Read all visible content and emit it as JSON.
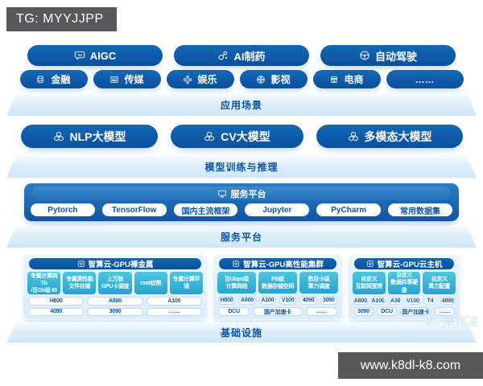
{
  "page": {
    "tg": "TG: MYYJJPP",
    "site": "www.k8dl-k8.com",
    "watermark": "朱邦凌"
  },
  "colors": {
    "primary_blue": "#0d57a6",
    "deep_blue": "#0a4f9f",
    "cyan": "#2fb3d8",
    "band_text": "#0a54a3",
    "light_blue_card": "#dcedfb",
    "gray_box": "#58585a"
  },
  "app": {
    "band": "应用场景",
    "row1": [
      {
        "label": "AIGC",
        "icon": "ai-chat-icon"
      },
      {
        "label": "AI制药",
        "icon": "molecule-icon"
      },
      {
        "label": "自动驾驶",
        "icon": "steering-wheel-icon"
      }
    ],
    "row2": [
      {
        "label": "金融",
        "icon": "coins-icon"
      },
      {
        "label": "传媒",
        "icon": "media-screen-icon"
      },
      {
        "label": "娱乐",
        "icon": "gamepad-icon"
      },
      {
        "label": "影视",
        "icon": "film-reel-icon"
      },
      {
        "label": "电商",
        "icon": "storefront-icon"
      },
      {
        "label": "……",
        "icon": ""
      }
    ]
  },
  "model": {
    "band": "模型训练与推理",
    "pills": [
      {
        "label": "NLP大模型",
        "icon": "cubes-icon"
      },
      {
        "label": "CV大模型",
        "icon": "cubes-icon"
      },
      {
        "label": "多模态大模型",
        "icon": "cubes-icon"
      }
    ]
  },
  "service": {
    "band": "服务平台",
    "panel_title": "服务平台",
    "pills": [
      {
        "label": "Pytorch"
      },
      {
        "label": "TensorFlow"
      },
      {
        "label": "国内主流框架"
      },
      {
        "label": "Jupyter"
      },
      {
        "label": "PyCharm"
      },
      {
        "label": "常用数据集"
      }
    ]
  },
  "infra": {
    "band": "基础设施",
    "cards": [
      {
        "title": "智算云-GPU裸金属",
        "features": [
          {
            "line1": "专属计算网Tb",
            "line2": "/百Gb级 IB"
          },
          {
            "line1": "专属高性能",
            "line2": "文件存储"
          },
          {
            "line1": "上万张",
            "line2": "GPU卡调度"
          },
          {
            "line1": "root权限",
            "line2": ""
          },
          {
            "line1": "专属计算环境",
            "line2": ""
          }
        ],
        "row1": [
          "H800",
          "A800",
          "A100"
        ],
        "row2": [
          "4090",
          "3090",
          "……"
        ]
      },
      {
        "title": "智算云-GPU高性能集群",
        "features": [
          {
            "line1": "百Gbps级",
            "line2": "计算网络"
          },
          {
            "line1": "PB级",
            "line2": "数据存储空间"
          },
          {
            "line1": "数百卡级",
            "line2": "算力调度"
          }
        ],
        "row1": [
          "H800",
          "A800",
          "A100",
          "V100",
          "4090",
          "3090"
        ],
        "row2": [
          "DCU",
          "国产加速卡",
          "……"
        ]
      },
      {
        "title": "智算云-GPU云主机",
        "features": [
          {
            "line1": "自定义",
            "line2": "互联网宽带"
          },
          {
            "line1": "自定义",
            "line2": "数据共享硬盘"
          },
          {
            "line1": "自定义",
            "line2": "算力配置"
          }
        ],
        "row1": [
          "A800",
          "A100",
          "A30",
          "V100",
          "T4",
          "4090"
        ],
        "row2": [
          "3090",
          "DCU",
          "国产加速卡",
          "……"
        ]
      }
    ]
  }
}
